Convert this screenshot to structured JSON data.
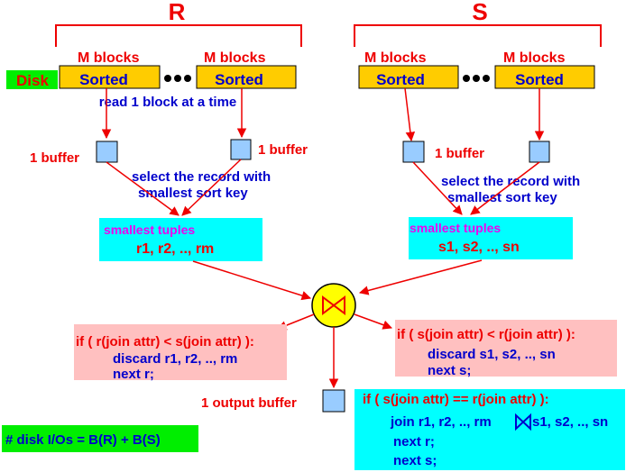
{
  "relations": {
    "r": {
      "title": "R",
      "blocks": [
        "M blocks",
        "M blocks"
      ],
      "sorted": [
        "Sorted",
        "Sorted"
      ],
      "buffers": [
        "1 buffer",
        "1 buffer"
      ],
      "select": [
        "select the record with",
        "smallest sort key"
      ],
      "smallest_label": "smallest tuples",
      "tuples": "r1, r2, .., rm"
    },
    "s": {
      "title": "S",
      "blocks": [
        "M blocks",
        "M blocks"
      ],
      "sorted": [
        "Sorted",
        "Sorted"
      ],
      "buffers": [
        "1 buffer"
      ],
      "select": [
        "select the record with",
        "smallest sort key"
      ],
      "smallest_label": "smallest tuples",
      "tuples": "s1, s2, .., sn"
    }
  },
  "disk_label": "Disk",
  "read_label": "read 1 block at a time",
  "cond_left": {
    "line1": "if ( r(join attr) < s(join attr) ):",
    "line2": "discard r1, r2, .., rm",
    "line3": "next r;"
  },
  "cond_right": {
    "line1": "if ( s(join attr) < r(join attr) ):",
    "line2": "discard  s1, s2, .., sn",
    "line3": "next s;"
  },
  "cond_equal": {
    "line1": "if ( s(join attr) == r(join attr) ):",
    "line2a": "join r1, r2, .., rm",
    "line2b": "s1, s2, .., sn",
    "line3": "next r;",
    "line4": "next s;"
  },
  "output_label": "1 output buffer",
  "io_label": "# disk I/Os = B(R) + B(S)",
  "colors": {
    "red": "#ee0000",
    "blue": "#0000cc",
    "magenta": "#ee00ee",
    "gold": "#ffcc00",
    "cyan": "#00ffff",
    "lightblue": "#99ccff",
    "pink": "#ffc0c0",
    "green": "#00ee00",
    "join_fill": "#ffff00"
  }
}
